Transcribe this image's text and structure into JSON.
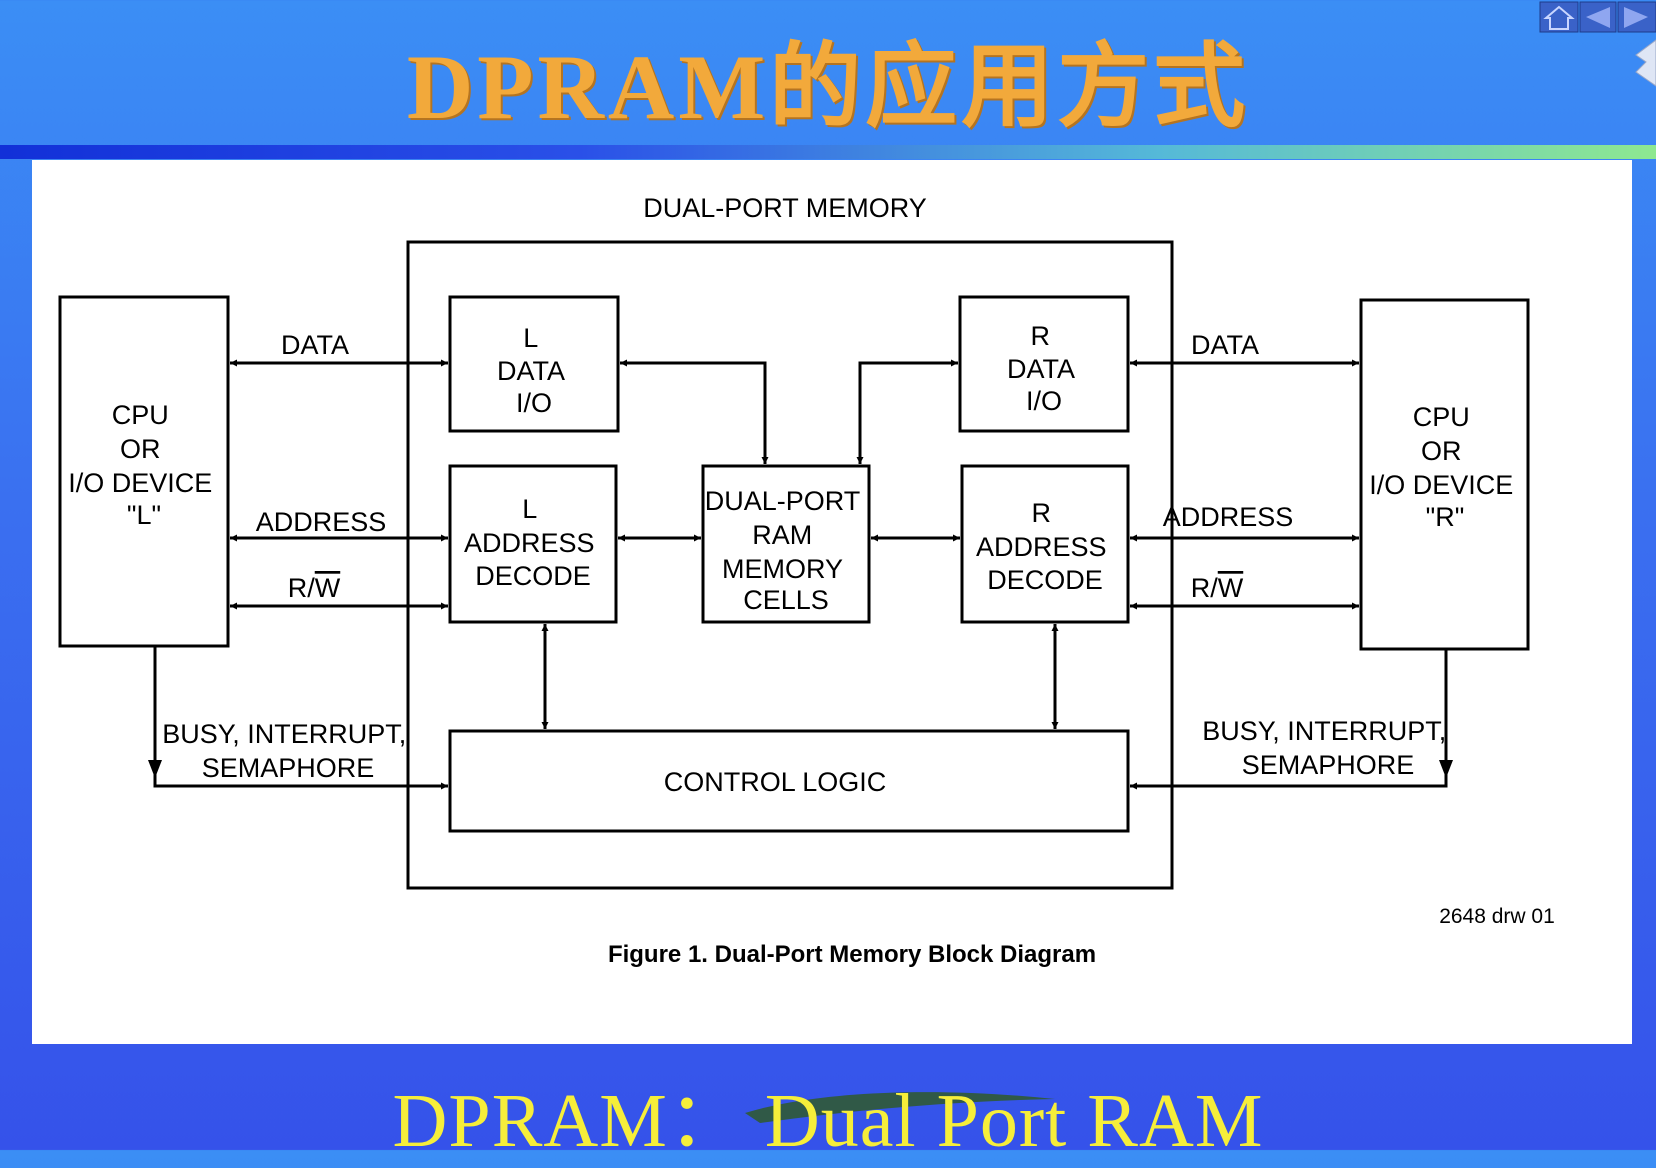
{
  "slide": {
    "title": "DPRAM的应用方式",
    "caption": "DPRAM：  Dual Port RAM"
  },
  "diagram": {
    "heading": "DUAL-PORT MEMORY",
    "left_device": [
      "CPU",
      "OR",
      "I/O DEVICE",
      "\"L\""
    ],
    "right_device": [
      "CPU",
      "OR",
      "I/O DEVICE",
      "\"R\""
    ],
    "l_data_io": [
      "L",
      "DATA",
      "I/O"
    ],
    "r_data_io": [
      "R",
      "DATA",
      "I/O"
    ],
    "l_address_decode": [
      "L",
      "ADDRESS",
      "DECODE"
    ],
    "r_address_decode": [
      "R",
      "ADDRESS",
      "DECODE"
    ],
    "ram_cells": [
      "DUAL-PORT",
      "RAM",
      "MEMORY",
      "CELLS"
    ],
    "control_logic": "CONTROL LOGIC",
    "signals": {
      "data": "DATA",
      "address": "ADDRESS",
      "rw_prefix": "R/",
      "rw_bar": "W",
      "busy_line1": "BUSY, INTERRUPT,",
      "busy_line2": "SEMAPHORE"
    },
    "drawing_number": "2648 drw 01",
    "figure_caption": "Figure 1. Dual-Port Memory Block Diagram"
  },
  "colors": {
    "title": "#f2a93b",
    "caption": "#f6ee3a",
    "background": "#3a6ff0"
  },
  "icons": [
    "home-icon",
    "back-icon",
    "forward-icon",
    "next-page-icon"
  ]
}
